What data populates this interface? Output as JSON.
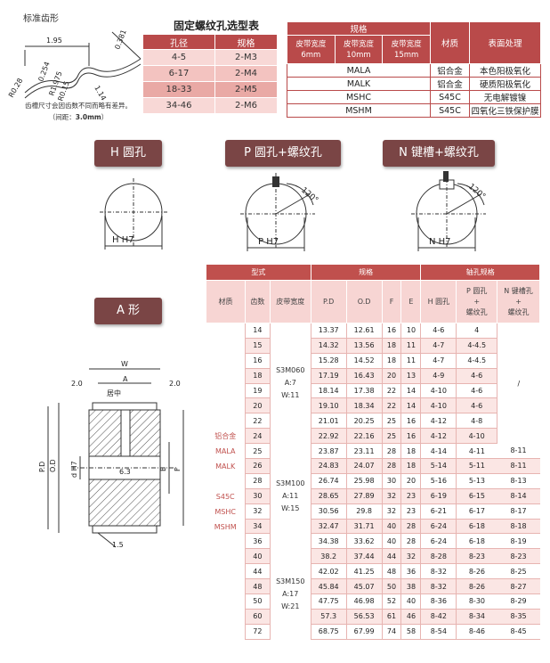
{
  "tooth": {
    "title": "标准齿形",
    "dims": {
      "pitch": "1.95",
      "r1": "R0.28",
      "r2": "0.254",
      "r3": "R1.975",
      "r4": "R0.15",
      "r5": "1.14",
      "r6": "0.381"
    },
    "note_line1": "齿槽尺寸会因齿数不同而略有差异。",
    "note_line2_prefix": "（间距：",
    "note_line2_value": "3.0mm",
    "note_line2_suffix": "）"
  },
  "screw_table": {
    "title": "固定螺纹孔选型表",
    "headers": [
      "孔径",
      "规格"
    ],
    "rows": [
      {
        "range": "4-5",
        "spec": "2-M3"
      },
      {
        "range": "6-17",
        "spec": "2-M4"
      },
      {
        "range": "18-33",
        "spec": "2-M5"
      },
      {
        "range": "34-46",
        "spec": "2-M6"
      }
    ]
  },
  "spec_table": {
    "header_spec": "规格",
    "header_material": "材质",
    "header_surface": "表面处理",
    "bw_label": "皮带宽度",
    "widths": [
      "6mm",
      "10mm",
      "15mm"
    ],
    "rows": [
      {
        "code": "MALA",
        "material": "铝合金",
        "surface": "本色阳极氧化"
      },
      {
        "code": "MALK",
        "material": "铝合金",
        "surface": "硬质阳极氧化"
      },
      {
        "code": "MSHC",
        "material": "S45C",
        "surface": "无电解镀镍"
      },
      {
        "code": "MSHM",
        "material": "S45C",
        "surface": "四氧化三铁保护膜"
      }
    ]
  },
  "tabs": {
    "h": "H 圆孔",
    "p": "P 圆孔+螺纹孔",
    "n": "N 键槽+螺纹孔",
    "a": "A 形"
  },
  "bore_diagrams": {
    "h_label": "H  H7",
    "p_label": "P  H7",
    "n_label": "N  H7",
    "angle": "120°"
  },
  "a_diagram": {
    "w": "W",
    "a": "A",
    "left": "2.0",
    "right": "2.0",
    "center": "居中",
    "pd": "P.D",
    "od": "O.D",
    "dh7": "d H7",
    "f": "F",
    "e": "E",
    "chamfer": "6.3",
    "bottom": "1.5"
  },
  "main_table": {
    "group_headers": [
      "型式",
      "规格",
      "轴孔规格"
    ],
    "col_material": "材质",
    "col_teeth": "齿数",
    "col_bw": "皮带宽度",
    "col_pd": "P.D",
    "col_od": "O.D",
    "col_f": "F",
    "col_e": "E",
    "col_h": "H 圆孔",
    "col_p": "P 圆孔\n+\n螺纹孔",
    "col_n": "N 键槽孔\n+\n螺纹孔",
    "materials": [
      "铝合金",
      "MALA",
      "MALK",
      "",
      "S45C",
      "MSHC",
      "MSHM"
    ],
    "bw_groups": [
      {
        "code": "S3M060",
        "a": "A:7",
        "w": "W:11"
      },
      {
        "code": "S3M100",
        "a": "A:11",
        "w": "W:15"
      },
      {
        "code": "S3M150",
        "a": "A:17",
        "w": "W:21"
      }
    ],
    "slash": "/",
    "rows": [
      {
        "t": "14",
        "pd": "13.37",
        "od": "12.61",
        "f": "16",
        "e": "10",
        "h": "4-6",
        "p": "4",
        "n": ""
      },
      {
        "t": "15",
        "pd": "14.32",
        "od": "13.56",
        "f": "18",
        "e": "11",
        "h": "4-7",
        "p": "4-4.5",
        "n": ""
      },
      {
        "t": "16",
        "pd": "15.28",
        "od": "14.52",
        "f": "18",
        "e": "11",
        "h": "4-7",
        "p": "4-4.5",
        "n": ""
      },
      {
        "t": "18",
        "pd": "17.19",
        "od": "16.43",
        "f": "20",
        "e": "13",
        "h": "4-9",
        "p": "4-6",
        "n": ""
      },
      {
        "t": "19",
        "pd": "18.14",
        "od": "17.38",
        "f": "22",
        "e": "14",
        "h": "4-10",
        "p": "4-6",
        "n": ""
      },
      {
        "t": "20",
        "pd": "19.10",
        "od": "18.34",
        "f": "22",
        "e": "14",
        "h": "4-10",
        "p": "4-6",
        "n": ""
      },
      {
        "t": "22",
        "pd": "21.01",
        "od": "20.25",
        "f": "25",
        "e": "16",
        "h": "4-12",
        "p": "4-8",
        "n": ""
      },
      {
        "t": "24",
        "pd": "22.92",
        "od": "22.16",
        "f": "25",
        "e": "16",
        "h": "4-12",
        "p": "4-10",
        "n": ""
      },
      {
        "t": "25",
        "pd": "23.87",
        "od": "23.11",
        "f": "28",
        "e": "18",
        "h": "4-14",
        "p": "4-11",
        "n": "8-11"
      },
      {
        "t": "26",
        "pd": "24.83",
        "od": "24.07",
        "f": "28",
        "e": "18",
        "h": "5-14",
        "p": "5-11",
        "n": "8-11"
      },
      {
        "t": "28",
        "pd": "26.74",
        "od": "25.98",
        "f": "30",
        "e": "20",
        "h": "5-16",
        "p": "5-13",
        "n": "8-13"
      },
      {
        "t": "30",
        "pd": "28.65",
        "od": "27.89",
        "f": "32",
        "e": "23",
        "h": "6-19",
        "p": "6-15",
        "n": "8-14"
      },
      {
        "t": "32",
        "pd": "30.56",
        "od": "29.8",
        "f": "32",
        "e": "23",
        "h": "6-21",
        "p": "6-17",
        "n": "8-17"
      },
      {
        "t": "34",
        "pd": "32.47",
        "od": "31.71",
        "f": "40",
        "e": "28",
        "h": "6-24",
        "p": "6-18",
        "n": "8-18"
      },
      {
        "t": "36",
        "pd": "34.38",
        "od": "33.62",
        "f": "40",
        "e": "28",
        "h": "6-24",
        "p": "6-18",
        "n": "8-19"
      },
      {
        "t": "40",
        "pd": "38.2",
        "od": "37.44",
        "f": "44",
        "e": "32",
        "h": "8-28",
        "p": "8-23",
        "n": "8-23"
      },
      {
        "t": "44",
        "pd": "42.02",
        "od": "41.25",
        "f": "48",
        "e": "36",
        "h": "8-32",
        "p": "8-26",
        "n": "8-25"
      },
      {
        "t": "48",
        "pd": "45.84",
        "od": "45.07",
        "f": "50",
        "e": "38",
        "h": "8-32",
        "p": "8-26",
        "n": "8-27"
      },
      {
        "t": "50",
        "pd": "47.75",
        "od": "46.98",
        "f": "52",
        "e": "40",
        "h": "8-36",
        "p": "8-30",
        "n": "8-29"
      },
      {
        "t": "60",
        "pd": "57.3",
        "od": "56.53",
        "f": "61",
        "e": "46",
        "h": "8-42",
        "p": "8-34",
        "n": "8-35"
      },
      {
        "t": "72",
        "pd": "68.75",
        "od": "67.99",
        "f": "74",
        "e": "58",
        "h": "8-54",
        "p": "8-46",
        "n": "8-45"
      }
    ]
  }
}
